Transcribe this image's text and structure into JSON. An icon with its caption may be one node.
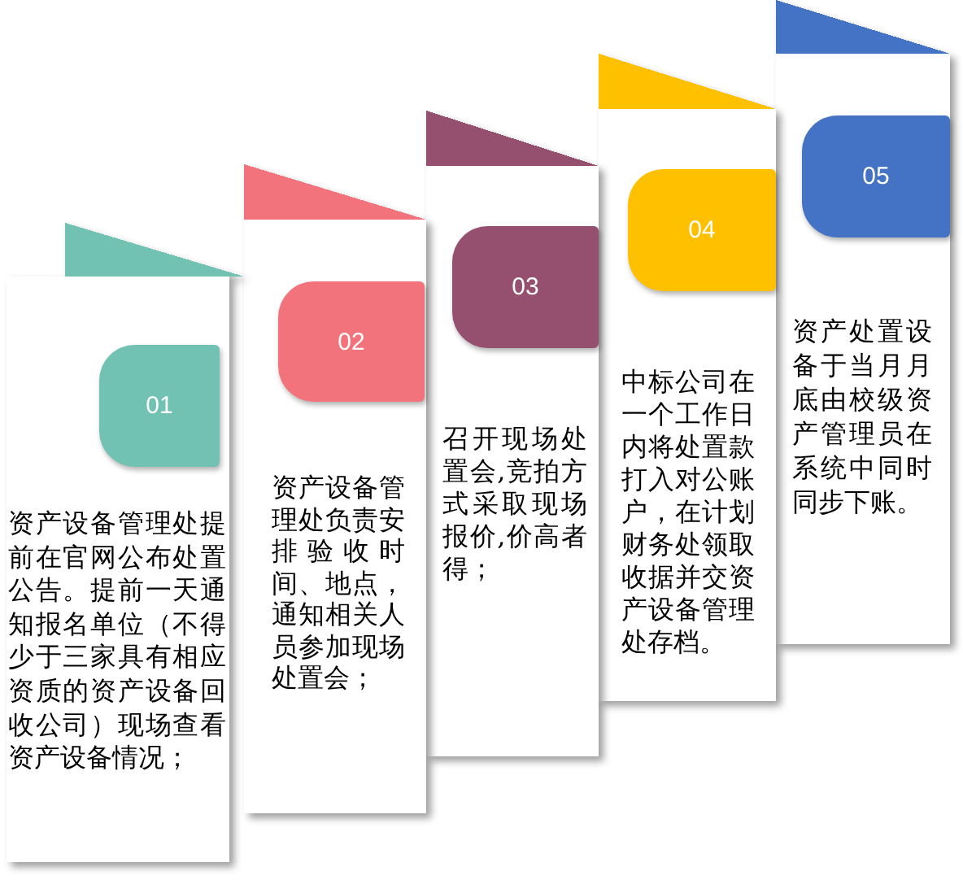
{
  "diagram": {
    "nodes": [
      {
        "text": [
          "资产设备管理处提前在官网公布处置公告。提前一天通知报名单位（不得少于三家具有相应资质的资产设备回收公司）现场查看资产设备情况；"
        ]
      },
      {
        "text": [
          "01"
        ],
        "in": 0
      },
      {
        "text": [
          "资产设备管理处负责安排验收时间、地点，通知相关人员参加现场处置会；"
        ]
      },
      {
        "text": [
          "02"
        ],
        "in": 2
      },
      {
        "text": [
          "召开现场处置会,竞拍方式采取现场报价,价高者得；"
        ]
      },
      {
        "text": [
          "03"
        ],
        "in": 4
      },
      {
        "text": [
          "中标公司在一个工作日内将处置款打入对公账户，在计划财务处领取收据并交资产设备管理处存档。"
        ]
      },
      {
        "text": [
          "04"
        ],
        "in": 6
      },
      {
        "text": [
          "资产处置设备于当月月底由校级资产管理员在系统中同时同步下账。"
        ]
      },
      {
        "text": [
          "05"
        ],
        "in": 8
      }
    ]
  }
}
